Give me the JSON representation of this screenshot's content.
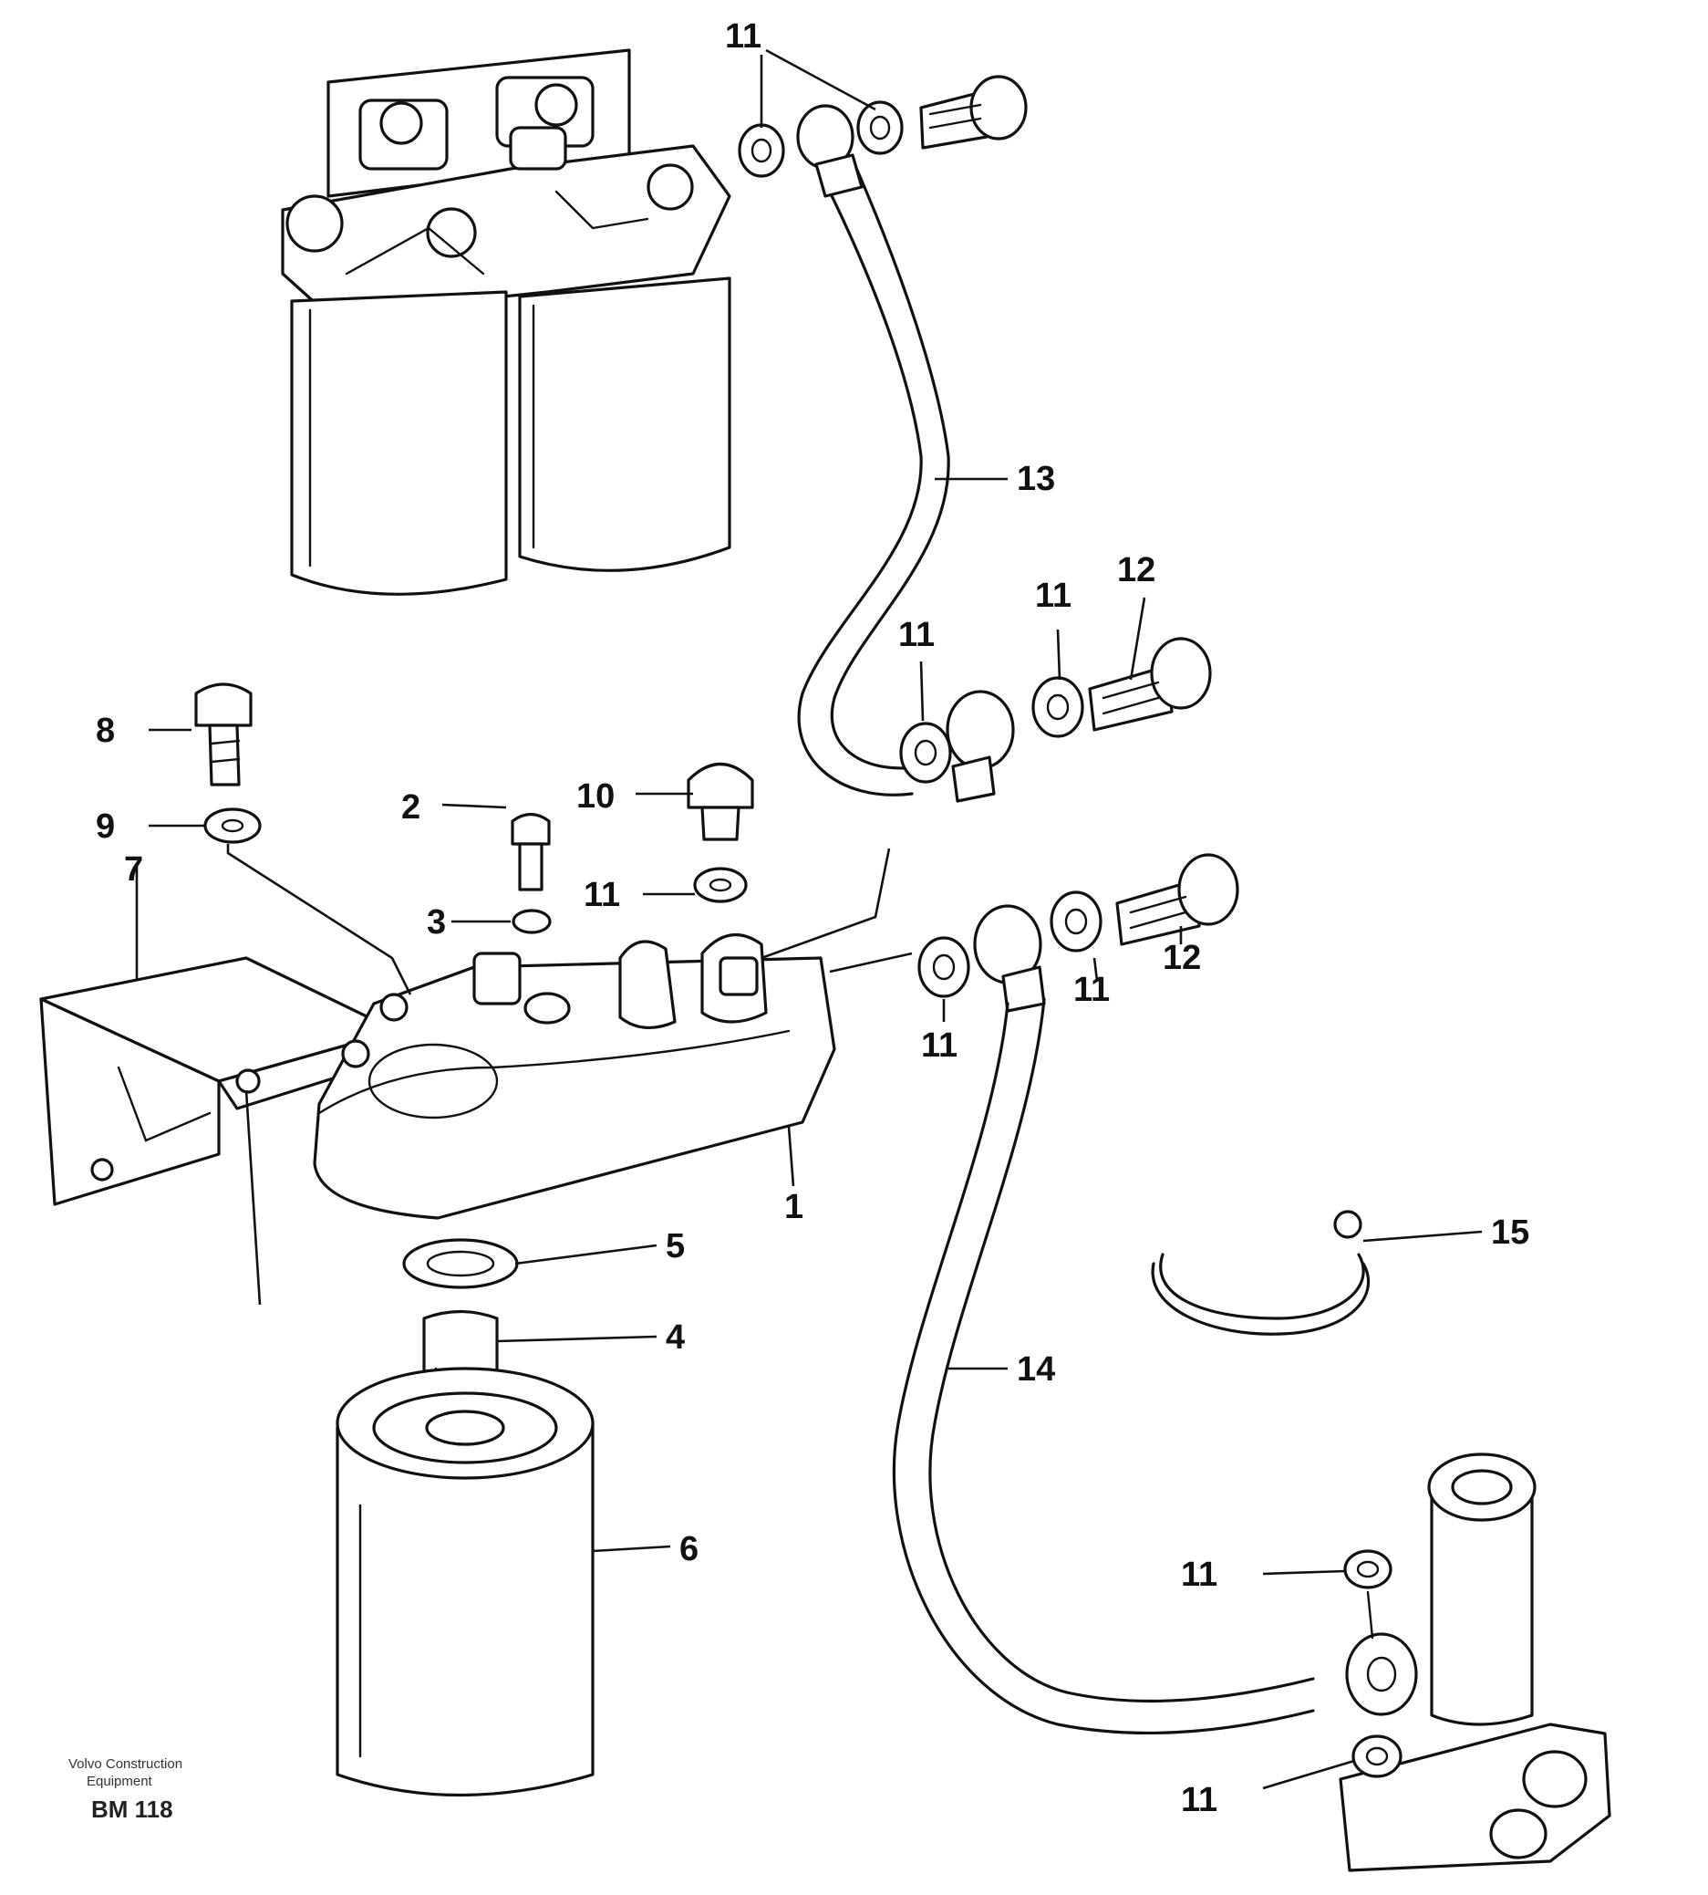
{
  "callouts": {
    "c1": "1",
    "c2": "2",
    "c3": "3",
    "c4": "4",
    "c5": "5",
    "c6": "6",
    "c7": "7",
    "c8": "8",
    "c9": "9",
    "c10": "10",
    "c11a": "11",
    "c11b": "11",
    "c11c": "11",
    "c11d": "11",
    "c11e": "11",
    "c11f": "11",
    "c11g": "11",
    "c11h": "11",
    "c12a": "12",
    "c12b": "12",
    "c13": "13",
    "c14": "14",
    "c15": "15"
  },
  "footer": {
    "brand_line1": "Volvo Construction",
    "brand_line2": "Equipment",
    "drawing_code": "BM 118"
  }
}
